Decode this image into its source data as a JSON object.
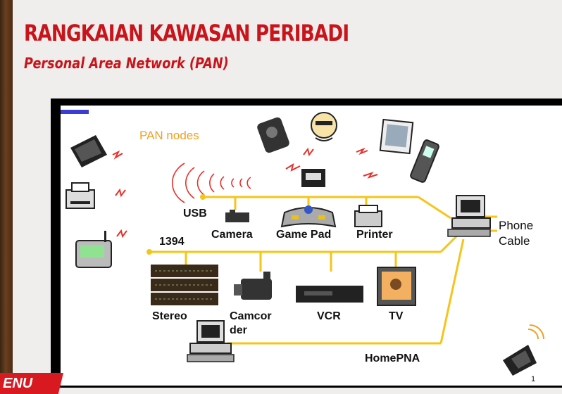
{
  "slide": {
    "title": "RANGKAIAN KAWASAN PERIBADI",
    "subtitle": "Personal Area Network (PAN)",
    "menu_label": "ENU"
  },
  "diagram": {
    "pan_label": "PAN nodes",
    "usb_label": "USB",
    "ieee_label": "1394",
    "homepna_label": "HomePNA",
    "usb_devices": [
      "Camera",
      "Game Pad",
      "Printer"
    ],
    "ieee_devices": [
      "Stereo",
      "Camcor",
      "der",
      "VCR",
      "TV"
    ],
    "phone_label_line1": "Phone",
    "phone_label_line2": "Cable",
    "page_number": "1"
  },
  "colors": {
    "title": "#c8141a",
    "bus": "#f5c518",
    "wireless": "#e8302a",
    "pan_text": "#f0a020"
  }
}
